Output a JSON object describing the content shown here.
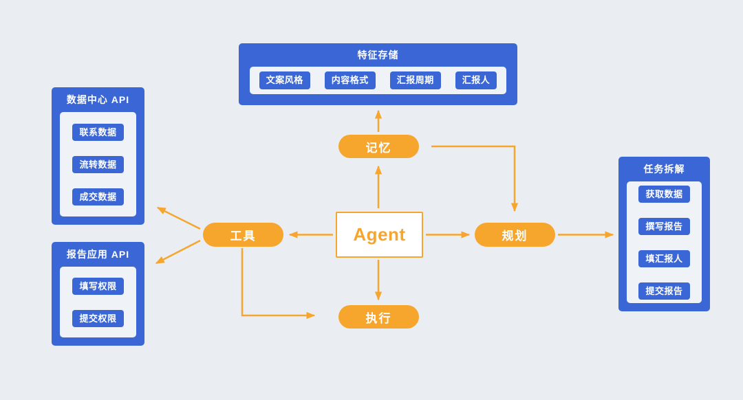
{
  "colors": {
    "background": "#EAEEF3",
    "box_blue": "#3A66D6",
    "panel_light": "#EFF3F8",
    "accent_orange": "#F6A52D",
    "text_white": "#FFFFFF"
  },
  "agent": {
    "label": "Agent"
  },
  "pills": {
    "memory": "记忆",
    "tools": "工具",
    "planning": "规划",
    "execution": "执行"
  },
  "feature_store": {
    "title": "特征存储",
    "items": [
      "文案风格",
      "内容格式",
      "汇报周期",
      "汇报人"
    ]
  },
  "data_center_api": {
    "title": "数据中心 API",
    "items": [
      "联系数据",
      "流转数据",
      "成交数据"
    ]
  },
  "report_app_api": {
    "title": "报告应用 API",
    "items": [
      "填写权限",
      "提交权限"
    ]
  },
  "task_breakdown": {
    "title": "任务拆解",
    "items": [
      "获取数据",
      "撰写报告",
      "填汇报人",
      "提交报告"
    ]
  },
  "edges": [
    {
      "from": "memory",
      "to": "feature-store"
    },
    {
      "from": "agent",
      "to": "memory"
    },
    {
      "from": "agent",
      "to": "tools"
    },
    {
      "from": "agent",
      "to": "planning"
    },
    {
      "from": "agent",
      "to": "execution"
    },
    {
      "from": "memory",
      "to": "planning"
    },
    {
      "from": "planning",
      "to": "task-breakdown"
    },
    {
      "from": "tools",
      "to": "data-center-api"
    },
    {
      "from": "tools",
      "to": "report-app-api"
    },
    {
      "from": "tools",
      "to": "execution"
    }
  ]
}
